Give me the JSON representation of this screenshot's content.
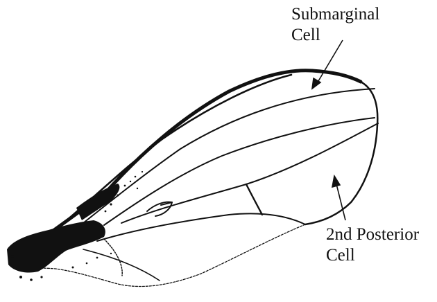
{
  "labels": {
    "submarginal": {
      "line1": "Submarginal",
      "line2": "Cell"
    },
    "second_posterior": {
      "line1": "2nd Posterior",
      "line2": "Cell"
    }
  },
  "colors": {
    "ink": "#111111",
    "background": "#ffffff"
  }
}
